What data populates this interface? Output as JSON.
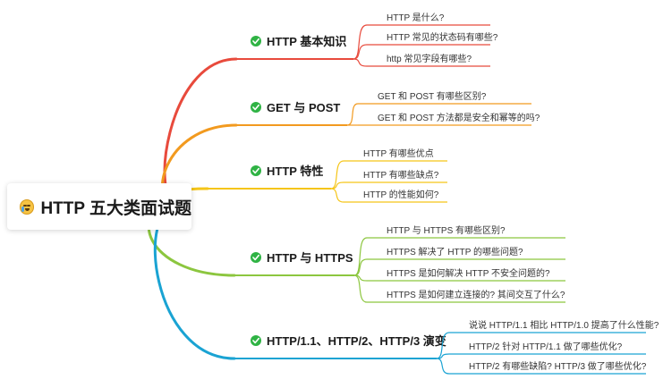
{
  "root": {
    "title": "HTTP 五大类面试题",
    "icon": "crying-face-emoji"
  },
  "branches": [
    {
      "label": "HTTP 基本知识",
      "color": "#e84a3c",
      "leaves": [
        "HTTP 是什么?",
        "HTTP 常见的状态码有哪些?",
        "http 常见字段有哪些?"
      ]
    },
    {
      "label": "GET 与 POST",
      "color": "#f29a1f",
      "leaves": [
        "GET 和 POST 有哪些区别?",
        "GET 和 POST 方法都是安全和幂等的吗?"
      ]
    },
    {
      "label": "HTTP 特性",
      "color": "#f5c518",
      "leaves": [
        "HTTP 有哪些优点",
        "HTTP 有哪些缺点?",
        "HTTP 的性能如何?"
      ]
    },
    {
      "label": "HTTP 与 HTTPS",
      "color": "#8cc63f",
      "leaves": [
        "HTTP 与 HTTPS 有哪些区别?",
        "HTTPS 解决了 HTTP 的哪些问题?",
        "HTTPS 是如何解决 HTTP 不安全问题的?",
        "HTTPS 是如何建立连接的? 其间交互了什么?"
      ]
    },
    {
      "label": "HTTP/1.1、HTTP/2、HTTP/3 演变",
      "color": "#1aa3d3",
      "leaves": [
        "说说 HTTP/1.1 相比 HTTP/1.0 提高了什么性能?",
        "HTTP/2 针对 HTTP/1.1 做了哪些优化?",
        "HTTP/2 有哪些缺陷? HTTP/3 做了哪些优化?"
      ]
    }
  ],
  "check_color": "#2fb344"
}
